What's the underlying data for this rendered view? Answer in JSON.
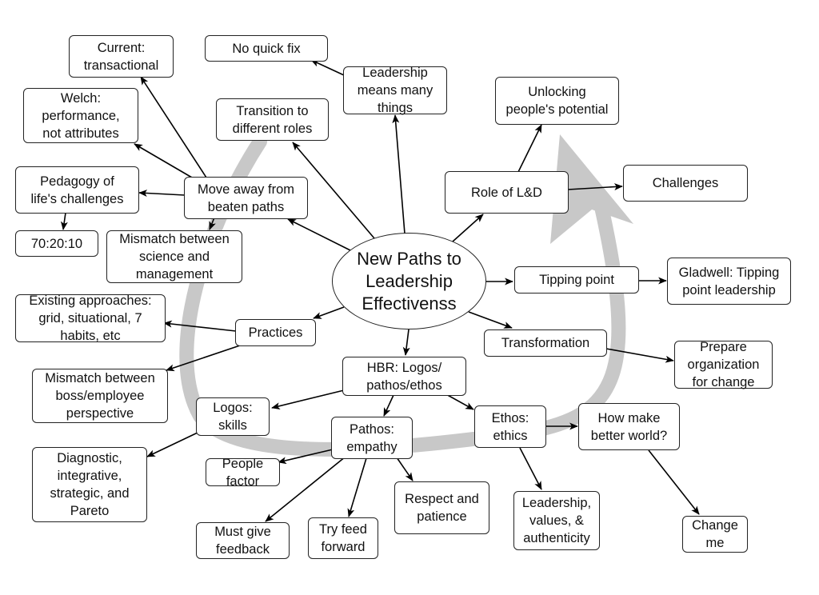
{
  "center": "New Paths to\nLeadership\nEffectivenss",
  "nodes": {
    "current_transactional": "Current:\ntransactional",
    "no_quick_fix": "No quick fix",
    "leadership_means": "Leadership\nmeans many\nthings",
    "unlocking_potential": "Unlocking\npeople's potential",
    "welch": "Welch:\nperformance,\nnot attributes",
    "transition_roles": "Transition to\ndifferent roles",
    "pedagogy": "Pedagogy of\nlife's challenges",
    "move_away": "Move away from\nbeaten paths",
    "role_ld": "Role of L&D",
    "challenges": "Challenges",
    "seventy_twenty_ten": "70:20:10",
    "mismatch_science": "Mismatch between\nscience and\nmanagement",
    "tipping_point": "Tipping point",
    "gladwell": "Gladwell: Tipping\npoint leadership",
    "existing_approaches": "Existing approaches:\ngrid, situational, 7\nhabits, etc",
    "practices": "Practices",
    "transformation": "Transformation",
    "prepare_org": "Prepare\norganization\nfor change",
    "hbr": "HBR: Logos/\npathos/ethos",
    "mismatch_boss": "Mismatch between\nboss/employee\nperspective",
    "logos": "Logos:\nskills",
    "pathos": "Pathos:\nempathy",
    "ethos": "Ethos:\nethics",
    "better_world": "How make\nbetter world?",
    "diagnostic": "Diagnostic,\nintegrative,\nstrategic, and\nPareto",
    "people_factor": "People\nfactor",
    "respect_patience": "Respect and\npatience",
    "leadership_values": "Leadership,\nvalues, &\nauthenticity",
    "change_me": "Change\nme",
    "must_give_feedback": "Must give\nfeedback",
    "try_feed_forward": "Try feed\nforward"
  },
  "colors": {
    "border": "#222222",
    "arrow": "#000000",
    "background_arrow": "#c8c8c8"
  }
}
